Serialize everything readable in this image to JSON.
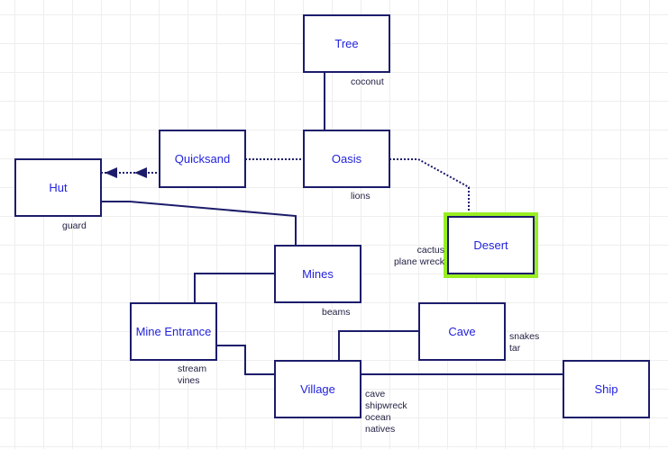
{
  "colors": {
    "node_border": "#1c1c6b",
    "node_text": "#2222dd",
    "selection": "#99ee22",
    "grid": "#eeeeee",
    "edge": "#1c1c6b"
  },
  "nodes": {
    "tree": {
      "label": "Tree",
      "items": [
        "coconut"
      ]
    },
    "quicksand": {
      "label": "Quicksand",
      "items": []
    },
    "oasis": {
      "label": "Oasis",
      "items": [
        "lions"
      ]
    },
    "hut": {
      "label": "Hut",
      "items": [
        "guard"
      ]
    },
    "desert": {
      "label": "Desert",
      "items": [
        "cactus",
        "plane wreck"
      ],
      "selected": true
    },
    "mines": {
      "label": "Mines",
      "items": [
        "beams"
      ]
    },
    "mine_entrance": {
      "label": "Mine Entrance",
      "items": [
        "stream",
        "vines"
      ]
    },
    "cave": {
      "label": "Cave",
      "items": [
        "snakes",
        "tar"
      ]
    },
    "village": {
      "label": "Village",
      "items": [
        "cave",
        "shipwreck",
        "ocean",
        "natives"
      ]
    },
    "ship": {
      "label": "Ship",
      "items": []
    }
  },
  "edges": [
    {
      "from": "Tree",
      "to": "Oasis",
      "style": "solid"
    },
    {
      "from": "Oasis",
      "to": "Quicksand",
      "style": "dotted"
    },
    {
      "from": "Quicksand",
      "to": "Hut",
      "style": "dotted",
      "arrow": "double-arrow"
    },
    {
      "from": "Oasis",
      "to": "Desert",
      "style": "dotted"
    },
    {
      "from": "Hut",
      "to": "Mines",
      "style": "solid"
    },
    {
      "from": "Mines",
      "to": "Mine Entrance",
      "style": "solid"
    },
    {
      "from": "Mine Entrance",
      "to": "Village",
      "style": "solid"
    },
    {
      "from": "Village",
      "to": "Cave",
      "style": "solid"
    },
    {
      "from": "Village",
      "to": "Ship",
      "style": "solid"
    }
  ]
}
